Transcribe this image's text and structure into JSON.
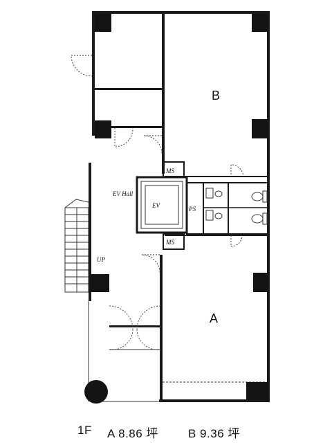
{
  "rooms": {
    "room_b": "B",
    "room_a": "A",
    "ev_hall": "EV Hall",
    "ev": "EV",
    "ms_top": "MS",
    "ms_bottom": "MS",
    "ps": "PS",
    "up": "UP"
  },
  "caption": {
    "floor": "1F",
    "unit_a": "A 8.86 坪",
    "unit_b": "B 9.36 坪"
  }
}
